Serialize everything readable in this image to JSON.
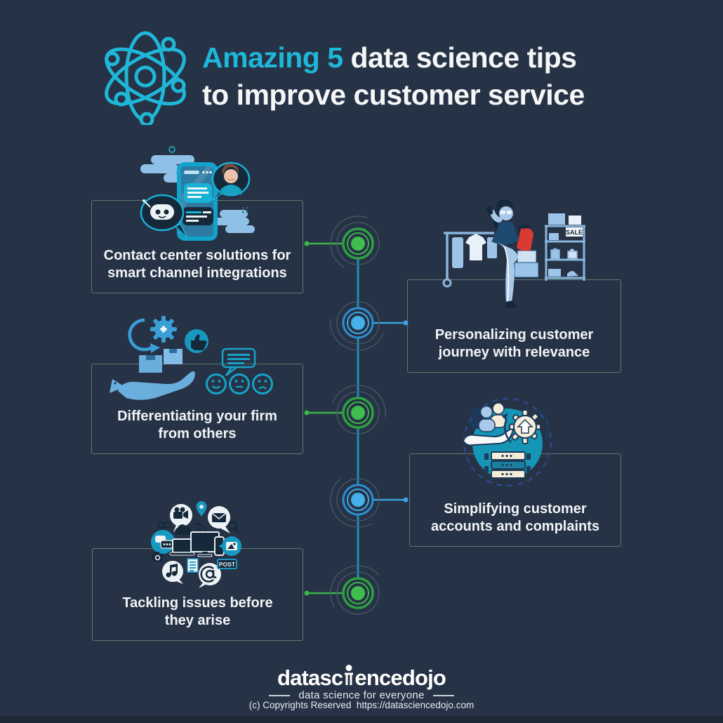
{
  "page": {
    "background": "#263245",
    "bottom_band_color": "#1d2735"
  },
  "header": {
    "title_highlight": "Amazing 5",
    "title_rest": "data science tips",
    "title_line2": "to improve customer service",
    "highlight_color": "#1fb7d8",
    "title_color": "#f4f6f7",
    "icon": "atom-icon"
  },
  "timeline": {
    "node_count": 5,
    "line_color": "#1f8fb5",
    "green_accent": "#3cb44b",
    "blue_accent": "#41abe8",
    "nodes": [
      {
        "order": 1,
        "color": "green",
        "connects": "left"
      },
      {
        "order": 2,
        "color": "blue",
        "connects": "right"
      },
      {
        "order": 3,
        "color": "green",
        "connects": "left"
      },
      {
        "order": 4,
        "color": "blue",
        "connects": "right"
      },
      {
        "order": 5,
        "color": "green",
        "connects": "left"
      }
    ]
  },
  "tips": [
    {
      "order": 1,
      "side": "left",
      "accent": "green",
      "label_lines": [
        "Contact center solutions for",
        "smart channel integrations"
      ],
      "illustration": "chatbot-phone-illustration"
    },
    {
      "order": 2,
      "side": "right",
      "accent": "blue",
      "label_lines": [
        "Personalizing customer",
        "journey with relevance"
      ],
      "illustration": "personalized-shopping-illustration",
      "sale_sign": "SALE"
    },
    {
      "order": 3,
      "side": "left",
      "accent": "green",
      "label_lines": [
        "Differentiating your firm",
        "from others"
      ],
      "illustration": "hand-boxes-feedback-illustration"
    },
    {
      "order": 4,
      "side": "right",
      "accent": "blue",
      "label_lines": [
        "Simplifying customer",
        "accounts and complaints"
      ],
      "illustration": "customer-account-automation-illustration"
    },
    {
      "order": 5,
      "side": "left",
      "accent": "green",
      "label_lines": [
        "Tackling issues before",
        "they arise"
      ],
      "illustration": "social-media-monitoring-illustration",
      "post_label": "POST"
    }
  ],
  "footer": {
    "logo_prefix": "datasc",
    "logo_suffix": "encedojo",
    "tagline": "data science for everyone",
    "copyright": "(c) Copyrights Reserved  https://datasciencedojo.com"
  }
}
